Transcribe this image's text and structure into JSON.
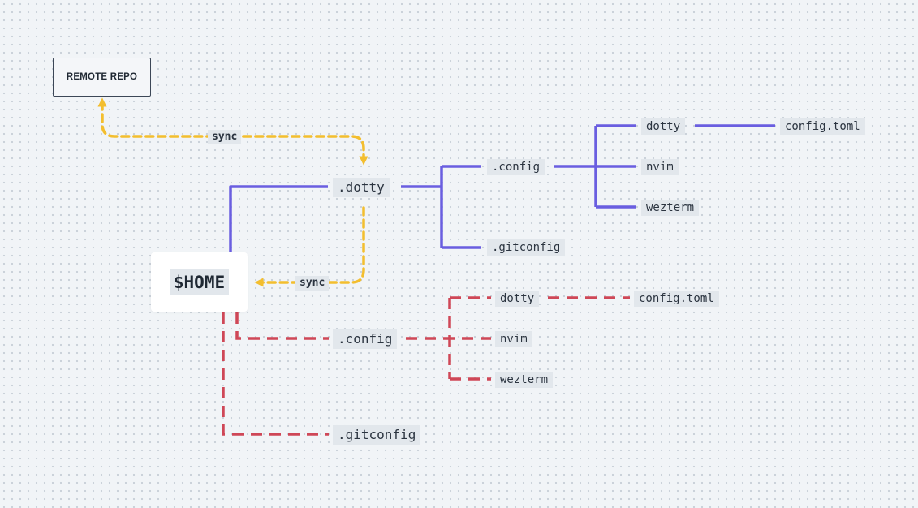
{
  "colors": {
    "dotfiles_repo": "#6a5ee0",
    "home_links": "#cf4757",
    "sync": "#f3be2f",
    "label_bg": "#e2e7ec"
  },
  "remote_repo": "REMOTE REPO",
  "home": "$HOME",
  "sync_labels": [
    "sync",
    "sync"
  ],
  "dotty_repo": {
    "root": ".dotty",
    "config": ".config",
    "gitconfig": ".gitconfig",
    "config_children": [
      "dotty",
      "nvim",
      "wezterm"
    ],
    "dotty_child": "config.toml"
  },
  "home_tree": {
    "config": ".config",
    "gitconfig": ".gitconfig",
    "config_children": [
      "dotty",
      "nvim",
      "wezterm"
    ],
    "dotty_child": "config.toml"
  }
}
